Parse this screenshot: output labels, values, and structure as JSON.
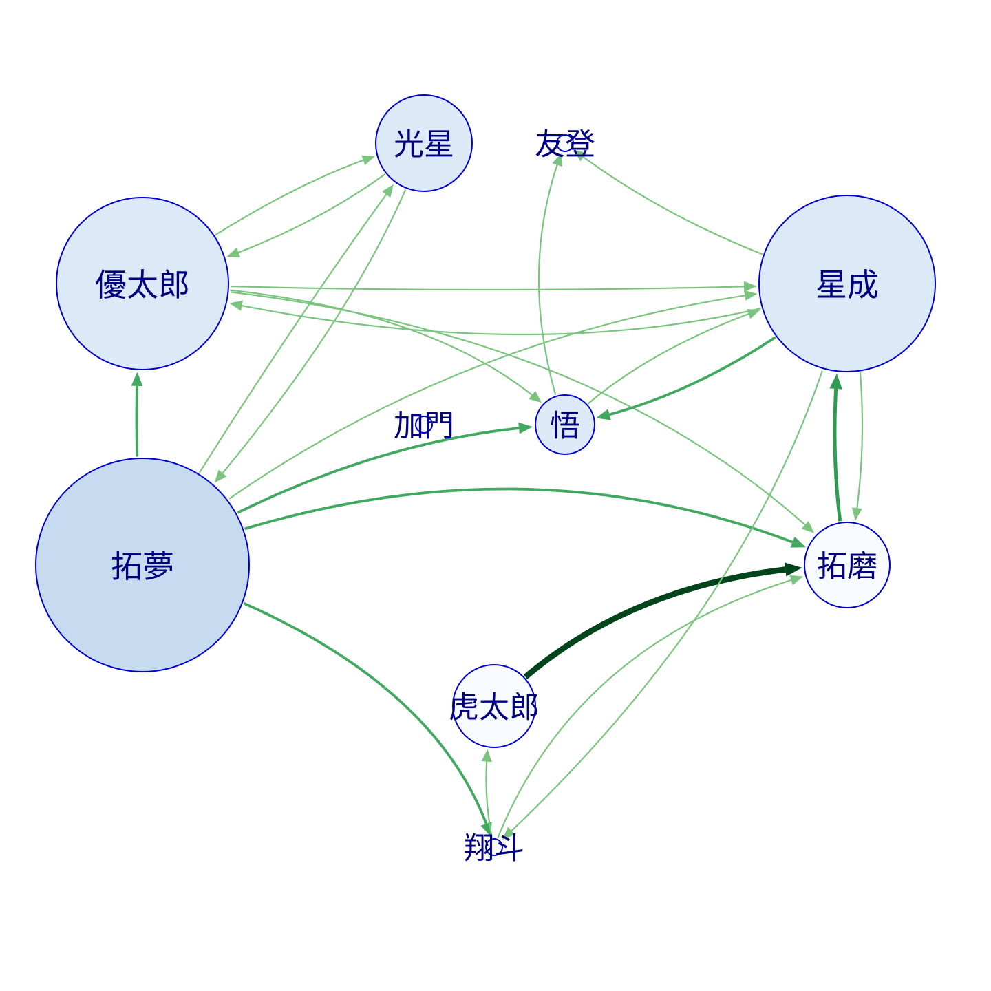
{
  "colors": {
    "node_stroke": "#0000cc",
    "label": "#000080",
    "edge_weight_1": "#7bc47f",
    "edge_weight_2": "#41a85f",
    "edge_weight_3": "#2e9b50",
    "edge_weight_5": "#00441b"
  },
  "nodes": [
    {
      "id": "yutaro",
      "label": "優太郎",
      "fill": "#dce9f6"
    },
    {
      "id": "kosei",
      "label": "光星",
      "fill": "#dce9f6"
    },
    {
      "id": "yuto",
      "label": "友登",
      "fill": "#f7fbff"
    },
    {
      "id": "seina",
      "label": "星成",
      "fill": "#dce9f6"
    },
    {
      "id": "satoru",
      "label": "悟",
      "fill": "#dce9f6"
    },
    {
      "id": "kamon",
      "label": "加門",
      "fill": "#f7fbff"
    },
    {
      "id": "takumu",
      "label": "拓夢",
      "fill": "#c6dbef"
    },
    {
      "id": "takuma",
      "label": "拓磨",
      "fill": "#f7fbff"
    },
    {
      "id": "kotaro",
      "label": "虎太郎",
      "fill": "#f7fbff"
    },
    {
      "id": "shoto",
      "label": "翔斗",
      "fill": "#f7fbff"
    }
  ],
  "edges": [
    {
      "from": "yutaro",
      "to": "kosei",
      "weight": 1
    },
    {
      "from": "kosei",
      "to": "yutaro",
      "weight": 1
    },
    {
      "from": "takumu",
      "to": "kosei",
      "weight": 1
    },
    {
      "from": "kosei",
      "to": "takumu",
      "weight": 1
    },
    {
      "from": "takumu",
      "to": "yutaro",
      "weight": 2
    },
    {
      "from": "yutaro",
      "to": "satoru",
      "weight": 1
    },
    {
      "from": "yutaro",
      "to": "seina",
      "weight": 1
    },
    {
      "from": "seina",
      "to": "yutaro",
      "weight": 1
    },
    {
      "from": "yutaro",
      "to": "takuma",
      "weight": 1
    },
    {
      "from": "satoru",
      "to": "yuto",
      "weight": 1
    },
    {
      "from": "seina",
      "to": "yuto",
      "weight": 1
    },
    {
      "from": "seina",
      "to": "satoru",
      "weight": 2
    },
    {
      "from": "satoru",
      "to": "seina",
      "weight": 1
    },
    {
      "from": "takumu",
      "to": "seina",
      "weight": 1
    },
    {
      "from": "takumu",
      "to": "satoru",
      "weight": 2
    },
    {
      "from": "takumu",
      "to": "takuma",
      "weight": 2
    },
    {
      "from": "takumu",
      "to": "shoto",
      "weight": 2
    },
    {
      "from": "takuma",
      "to": "seina",
      "weight": 3
    },
    {
      "from": "seina",
      "to": "takuma",
      "weight": 1
    },
    {
      "from": "kotaro",
      "to": "takuma",
      "weight": 5
    },
    {
      "from": "shoto",
      "to": "kotaro",
      "weight": 1
    },
    {
      "from": "seina",
      "to": "shoto",
      "weight": 1
    },
    {
      "from": "shoto",
      "to": "takuma",
      "weight": 1
    }
  ]
}
